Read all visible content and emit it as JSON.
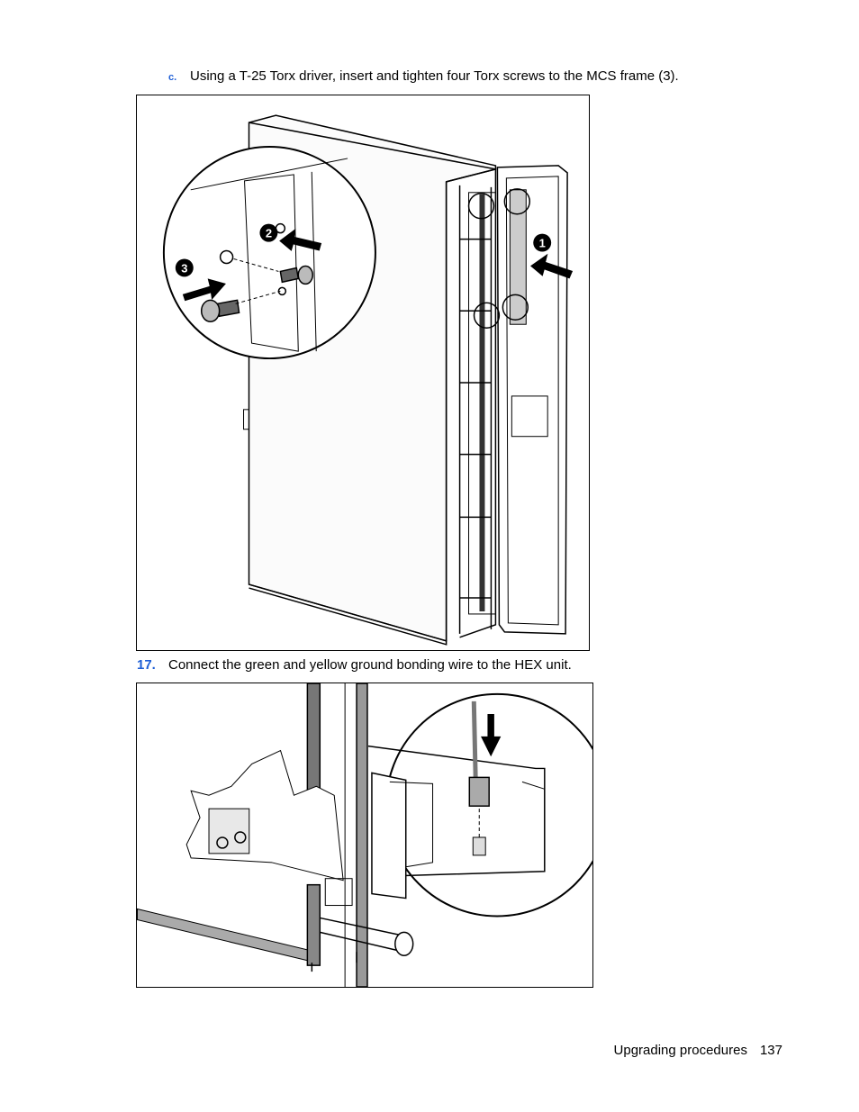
{
  "step_c": {
    "marker": "c.",
    "text": "Using a T-25 Torx driver, insert and tighten four Torx screws to the MCS frame (3)."
  },
  "step_17": {
    "marker": "17.",
    "text": "Connect the green and yellow ground bonding wire to the HEX unit."
  },
  "figure1": {
    "callouts": [
      "1",
      "2",
      "3"
    ]
  },
  "footer": {
    "section": "Upgrading procedures",
    "page": "137"
  },
  "colors": {
    "accent": "#1f5fd6"
  }
}
